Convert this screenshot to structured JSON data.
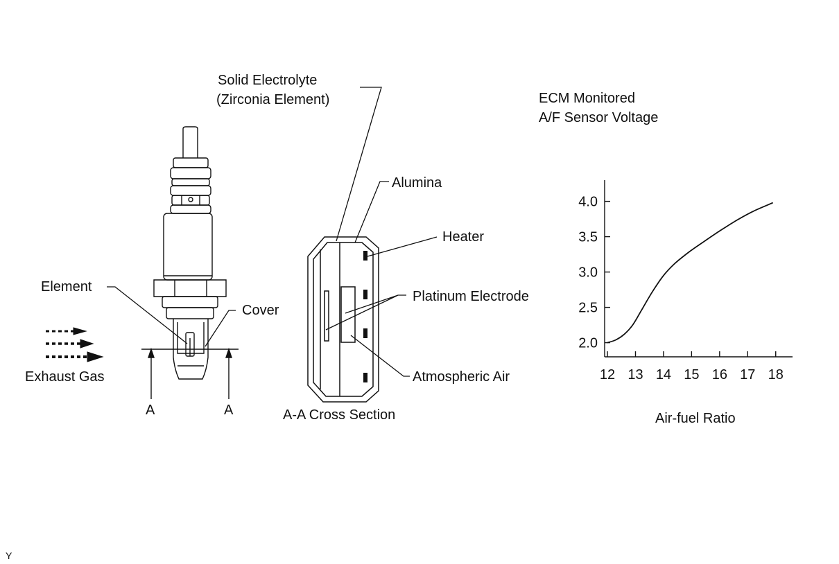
{
  "labels": {
    "solid_electrolyte_line1": "Solid Electrolyte",
    "solid_electrolyte_line2": "(Zirconia Element)",
    "alumina": "Alumina",
    "heater": "Heater",
    "platinum_electrode": "Platinum Electrode",
    "atmospheric_air": "Atmospheric Air",
    "cross_section": "A-A Cross Section",
    "element": "Element",
    "cover": "Cover",
    "exhaust_gas": "Exhaust Gas",
    "section_mark_left": "A",
    "section_mark_right": "A",
    "footer_code": "Y"
  },
  "chart_data": {
    "type": "line",
    "title_line1": "ECM Monitored",
    "title_line2": "A/F Sensor Voltage",
    "xlabel": "Air-fuel Ratio",
    "ylabel": "",
    "xlim": [
      11.9,
      18.6
    ],
    "ylim": [
      1.8,
      4.3
    ],
    "x_ticks": [
      12,
      13,
      14,
      15,
      16,
      17,
      18
    ],
    "x_tick_labels": [
      "12",
      "13",
      "14",
      "15",
      "16",
      "17",
      "18"
    ],
    "y_ticks": [
      2.0,
      2.5,
      3.0,
      3.5,
      4.0
    ],
    "y_tick_labels": [
      "2.0",
      "2.5",
      "3.0",
      "3.5",
      "4.0"
    ],
    "grid": false,
    "series": [
      {
        "x": [
          12.0,
          12.3,
          12.6,
          12.9,
          13.2,
          13.6,
          14.0,
          14.4,
          14.9,
          15.4,
          16.0,
          16.6,
          17.2,
          17.9
        ],
        "y": [
          2.0,
          2.04,
          2.12,
          2.25,
          2.45,
          2.72,
          2.95,
          3.12,
          3.28,
          3.42,
          3.58,
          3.73,
          3.86,
          3.98
        ]
      }
    ]
  }
}
